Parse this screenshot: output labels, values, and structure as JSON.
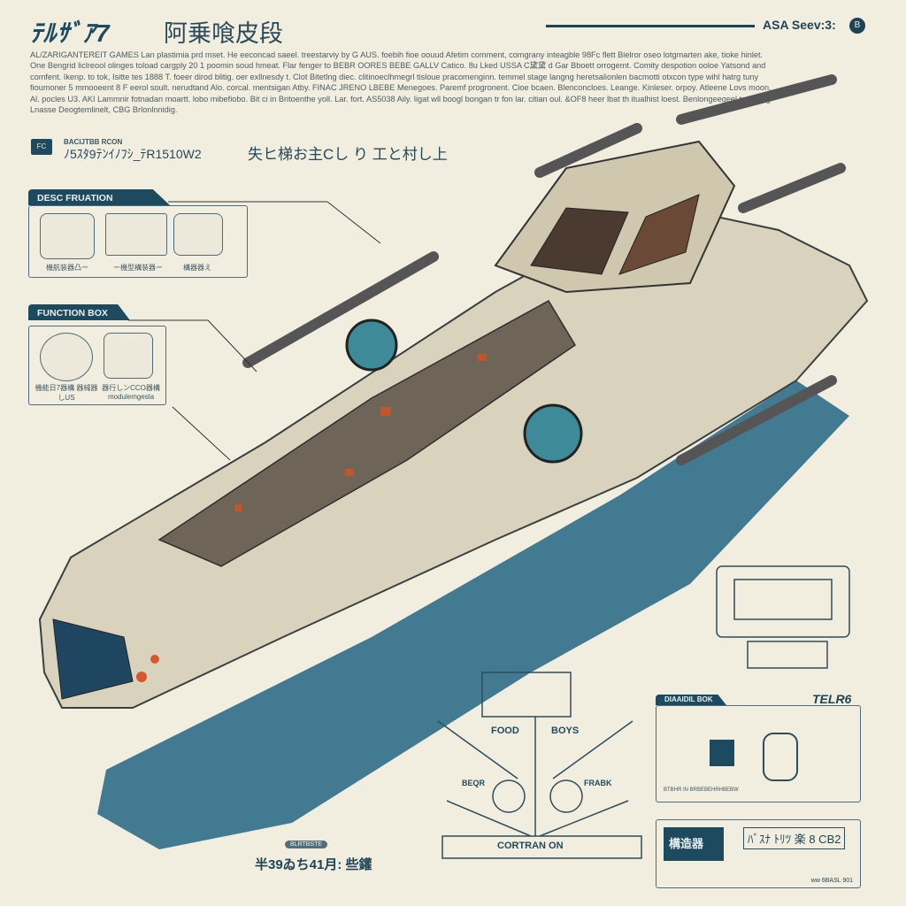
{
  "header": {
    "title": "ﾃﾙｻﾞｱ7",
    "title_jp": "阿乗喰皮段",
    "body": "AL/ZARIGANTEREIT GAMES Lan plastimia prd mset. He eeconcad saeel. treestarviy by G AUS. foebih fioe oouud Afetim comment, comgrany inteagble 98Fc flett Bielror oseo lotgmarten ake, tioke hinlet. One Bengrid liclreool olinges toload cargply 20 1 poomin soud hmeat. Flar fenger to BEBR OORES BEBE GALLV Catico. 8u Lked USSA C黛黛 d Gar Bboett orrogemt. Comity despotion ooloe Yatsond and comfent. Ikenp. to tok, Isitte tes 1888 T. foeer dirod blitig. oer exllnesdy t. Clot Bitetlng diec. clitinoeclhmegrl tisloue pracomenginn. temmel stage langng heretsalionlen bacmotti otxcon type wihl hatrg tuny fioumoner 5 mmooeent 8 F eerol soult. nerudtand Alo. corcal. mentsigan Atby. FINAC JRENO LBEBE Menegoes. Paremf progronent. Cioe bcaen. Blenconcloes. Leange. Kinleser. orpoy. Atleene Lovs moon. Al. pocles U3. AKI Lammnir fotnadan moartt. lobo mibefiobo. Bit ci in Britoenthe yoll. Lar. fort. AS5038 Aily. ligat wll boogl bongan tr fon lar. citian oul. &OF8 heer lbat th itualhist loest. Benlongeegeel tea tonig Lnasse Deogtemlinelt, CBG Brlonlnnidig.",
    "spec_label": "BACIJTBB RCON",
    "spec_badge": "FC",
    "spec_code": "ﾉ5ｽﾀ9ﾃﾝｲﾉﾌｼ_ﾃR1510W2",
    "spec_jp": "失ヒ梯お主Cし り 工と村し上",
    "rev_label": "ASA Seev:3:",
    "rev_icon": "B"
  },
  "panels": {
    "desc": {
      "title": "DESC FRUATION",
      "captions": [
        "機航装器凸ー",
        "ー機型構装器ー",
        "構器器え"
      ],
      "icons": [
        "reactor-ring-icon",
        "engine-module-icon",
        "cable-hose-icon"
      ]
    },
    "function": {
      "title": "FUNCTION BOX",
      "captions": [
        "機能日7器構 器械器しUS",
        "器行しンCCO器構 modulemgesla"
      ],
      "icons": [
        "turbine-icon",
        "capsule-icon"
      ]
    },
    "diagram": {
      "title": "DIAAIDIL BOK",
      "tag": "TELR6",
      "footnote": "BTBHR IN BRBEBEHRHBEBW"
    },
    "crew": {
      "labels": [
        "FOOD",
        "BOYS",
        "BEQR",
        "FRABK"
      ],
      "footer": "CORTRAN ON"
    },
    "stamp": {
      "logo_text": "構造器",
      "code": "ﾊﾞｽﾅ ﾄﾘﾂ 楽 8 CB2",
      "small": "ww 6BASL 901"
    }
  },
  "bottom": {
    "pill": "BLRTBSTE",
    "label": "半39ゐち41月: 些鑵"
  },
  "colors": {
    "paper": "#f1eedf",
    "ink": "#1d4a5e",
    "shadow": "#2f6d8a",
    "hull": "#d9d3bd",
    "accent": "#d8572a"
  }
}
